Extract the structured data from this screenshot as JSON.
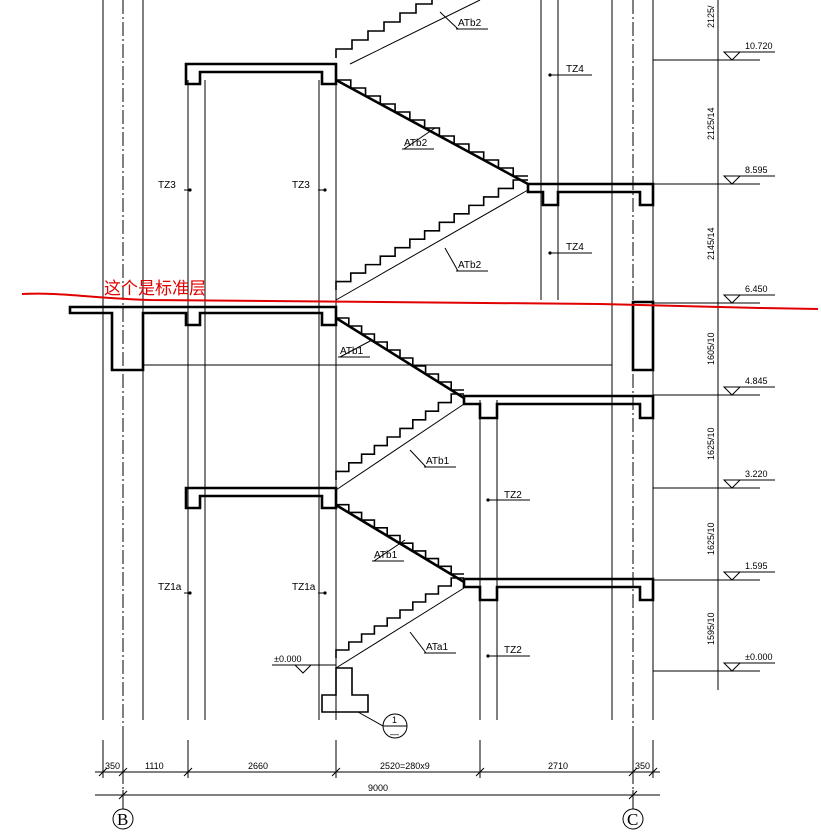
{
  "annotation": {
    "text": "这个是标准层",
    "color": "#e00000"
  },
  "elevations": [
    "10.720",
    "8.595",
    "6.450",
    "4.845",
    "3.220",
    "1.595",
    "±0.000"
  ],
  "floor_heights": [
    "2125/",
    "2125/14",
    "2145/14",
    "1605/10",
    "1625/10",
    "1625/10",
    "1595/10"
  ],
  "stair_labels": [
    "ATb2",
    "ATb2",
    "ATb2",
    "ATb1",
    "ATb1",
    "ATb1",
    "ATa1"
  ],
  "column_labels": [
    "TZ4",
    "TZ4",
    "TZ3",
    "TZ3",
    "TZ2",
    "TZ2",
    "TZ1a",
    "TZ1a"
  ],
  "ground_mark": "±0.000",
  "detail_callout": {
    "number": "1",
    "sheet": "—"
  },
  "horizontal_dims": [
    "350",
    "1110",
    "2660",
    "2520=280x9",
    "2710",
    "350"
  ],
  "overall_dim": "9000",
  "axes": [
    "B",
    "C"
  ]
}
